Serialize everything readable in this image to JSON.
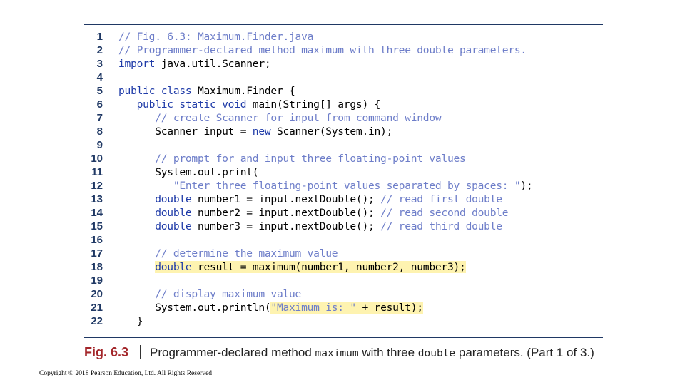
{
  "listing": {
    "lines": [
      {
        "n": "1",
        "tokens": [
          [
            "// Fig. 6.3: Maximum.Finder.java",
            "c"
          ]
        ]
      },
      {
        "n": "2",
        "tokens": [
          [
            "// Programmer-declared method maximum with three double parameters.",
            "c"
          ]
        ]
      },
      {
        "n": "3",
        "tokens": [
          [
            "import",
            "k"
          ],
          [
            " java.util.Scanner;",
            ""
          ]
        ]
      },
      {
        "n": "4",
        "tokens": []
      },
      {
        "n": "5",
        "tokens": [
          [
            "public class",
            "k"
          ],
          [
            " Maximum.Finder {",
            ""
          ]
        ]
      },
      {
        "n": "6",
        "tokens": [
          [
            "   ",
            ""
          ],
          [
            "public static void",
            "k"
          ],
          [
            " main(String[] args) {",
            ""
          ]
        ]
      },
      {
        "n": "7",
        "tokens": [
          [
            "      ",
            ""
          ],
          [
            "// create Scanner for input from command window",
            "c"
          ]
        ]
      },
      {
        "n": "8",
        "tokens": [
          [
            "      Scanner input = ",
            ""
          ],
          [
            "new",
            "k"
          ],
          [
            " Scanner(System.in);",
            ""
          ]
        ]
      },
      {
        "n": "9",
        "tokens": []
      },
      {
        "n": "10",
        "tokens": [
          [
            "      ",
            ""
          ],
          [
            "// prompt for and input three floating-point values",
            "c"
          ]
        ]
      },
      {
        "n": "11",
        "tokens": [
          [
            "      System.out.print(",
            ""
          ]
        ]
      },
      {
        "n": "12",
        "tokens": [
          [
            "         ",
            ""
          ],
          [
            "\"Enter three floating-point values separated by spaces: \"",
            "s"
          ],
          [
            ");",
            ""
          ]
        ]
      },
      {
        "n": "13",
        "tokens": [
          [
            "      ",
            ""
          ],
          [
            "double",
            "k"
          ],
          [
            " number1 = input.nextDouble(); ",
            ""
          ],
          [
            "// read first double",
            "c"
          ]
        ]
      },
      {
        "n": "14",
        "tokens": [
          [
            "      ",
            ""
          ],
          [
            "double",
            "k"
          ],
          [
            " number2 = input.nextDouble(); ",
            ""
          ],
          [
            "// read second double",
            "c"
          ]
        ]
      },
      {
        "n": "15",
        "tokens": [
          [
            "      ",
            ""
          ],
          [
            "double",
            "k"
          ],
          [
            " number3 = input.nextDouble(); ",
            ""
          ],
          [
            "// read third double",
            "c"
          ]
        ]
      },
      {
        "n": "16",
        "tokens": []
      },
      {
        "n": "17",
        "tokens": [
          [
            "      ",
            ""
          ],
          [
            "// determine the maximum value",
            "c"
          ]
        ]
      },
      {
        "n": "18",
        "tokens": [
          [
            "      ",
            ""
          ],
          [
            "double",
            "k hl"
          ],
          [
            " result = maximum(number1, number2, number3);",
            "hl"
          ]
        ]
      },
      {
        "n": "19",
        "tokens": []
      },
      {
        "n": "20",
        "tokens": [
          [
            "      ",
            ""
          ],
          [
            "// display maximum value",
            "c"
          ]
        ]
      },
      {
        "n": "21",
        "tokens": [
          [
            "      System.out.println(",
            ""
          ],
          [
            "\"Maximum is: \"",
            "s hl"
          ],
          [
            " + result);",
            "hl"
          ]
        ]
      },
      {
        "n": "22",
        "tokens": [
          [
            "   }",
            ""
          ]
        ]
      }
    ]
  },
  "caption": {
    "label": "Fig. 6.3",
    "text_a": "Programmer-declared method ",
    "code_a": "maximum",
    "text_b": " with three ",
    "code_b": "double",
    "text_c": " parameters. (Part 1 of 3.)"
  },
  "footer": {
    "copyright": "Copyright © 2018 Pearson Education, Ltd. All Rights Reserved"
  },
  "colors": {
    "rule": "#1f3864",
    "line_numbers": "#1f3864",
    "comment": "#6e7ec9",
    "keyword": "#1f3ba8",
    "highlight": "#fef3b0",
    "fig_label": "#a3262a"
  }
}
